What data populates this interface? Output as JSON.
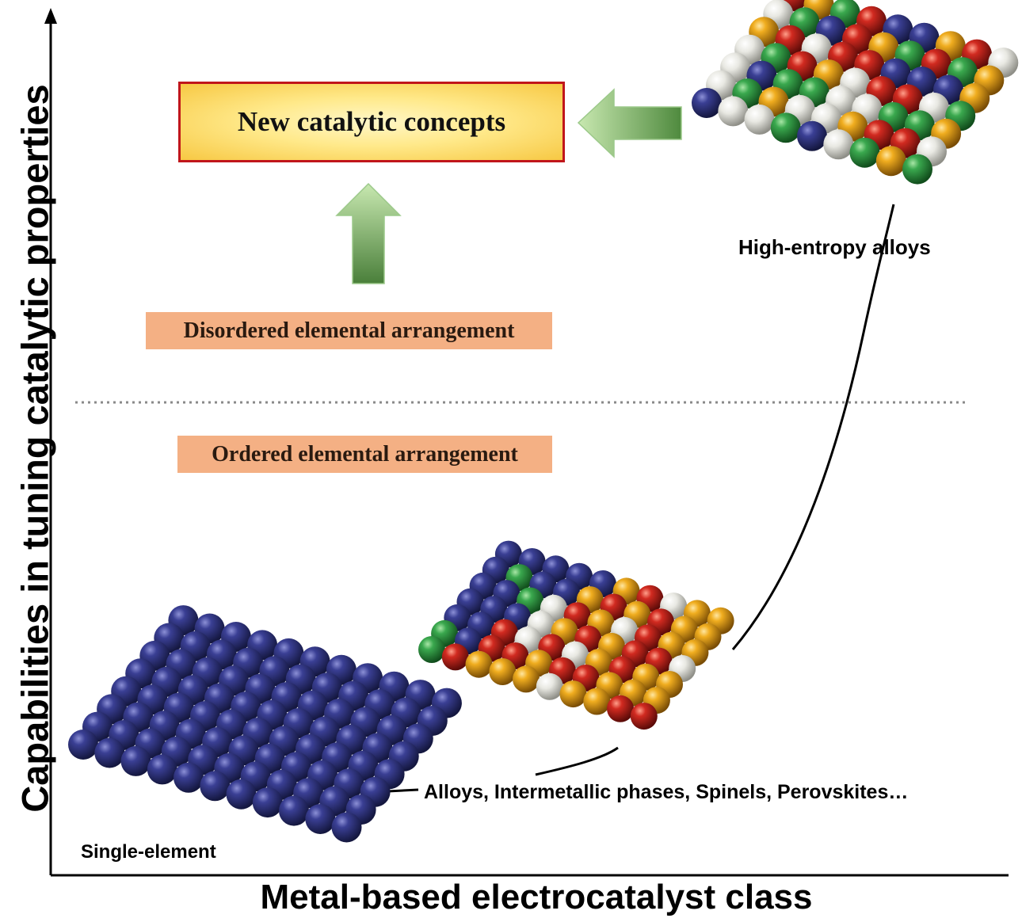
{
  "axes": {
    "y_label": "Capabilities in tuning catalytic properties",
    "x_label": "Metal-based electrocatalyst class"
  },
  "concepts_box": {
    "text": "New catalytic concepts"
  },
  "regions": {
    "upper_label": "Disordered elemental arrangement",
    "lower_label": "Ordered elemental arrangement"
  },
  "clusters": {
    "single": {
      "label": "Single-element"
    },
    "alloys": {
      "label": "Alloys, Intermetallic phases, Spinels, Perovskites…"
    },
    "hea": {
      "label": "High-entropy alloys"
    }
  },
  "colors": {
    "navy": "#2a2f7a",
    "green": "#2f9a45",
    "red": "#c8231d",
    "gold": "#e9a21a",
    "white": "#e6e6e0",
    "arrow_green": "#7fb56b",
    "box_border": "#c0161b",
    "tag_fill": "#f4b084"
  }
}
